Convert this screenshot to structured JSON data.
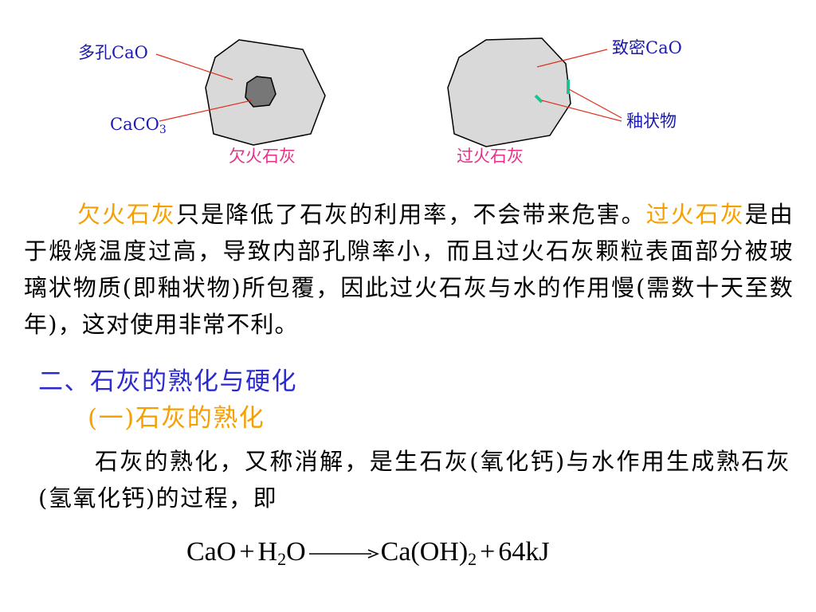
{
  "diagram": {
    "left_labels": {
      "porous_cao": "多孔CaO",
      "caco3_base": "CaCO",
      "caco3_sub": "3",
      "caption": "欠火石灰"
    },
    "right_labels": {
      "dense_cao": "致密CaO",
      "glaze": "釉状物",
      "caption": "过火石灰"
    }
  },
  "paragraph1": {
    "term1": "欠火石灰",
    "text1": "只是降低了石灰的利用率，不会带来危害。",
    "term2": "过火石灰",
    "text2": "是由于煅烧温度过高，导致内部孔隙率小，而且过火石灰颗粒表面部分被玻璃状物质(即釉状物)所包覆，因此过火石灰与水的作用慢(需数十天至数年)，这对使用非常不利。"
  },
  "section_heading": "二、石灰的熟化与硬化",
  "subsection_heading": "(一)石灰的熟化",
  "paragraph2": "石灰的熟化，又称消解，是生石灰(氧化钙)与水作用生成熟石灰(氢氧化钙)的过程，即",
  "equation": {
    "reactant1": "CaO",
    "plus": "+",
    "reactant2_a": "H",
    "reactant2_sub": "2",
    "reactant2_b": "O",
    "product1": "Ca(OH)",
    "product1_sub": "2",
    "plus2": "+",
    "energy": "64kJ"
  },
  "colors": {
    "blue_label": "#1a1ab0",
    "pink_caption": "#e8308a",
    "orange_term": "#f5a000",
    "heading_blue": "#2a2ad0",
    "glaze_green": "#20c090",
    "pointer_red": "#e03020"
  }
}
